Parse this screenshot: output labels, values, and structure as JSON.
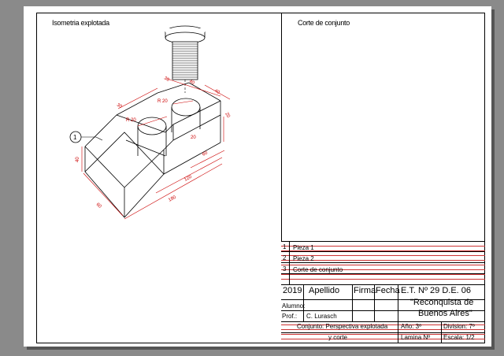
{
  "left_panel": {
    "title": "Isometria explotada"
  },
  "right_panel": {
    "title": "Corte de conjunto"
  },
  "drawing": {
    "callout": "1",
    "dimensions": [
      "30",
      "40",
      "40",
      "20",
      "30",
      "R 20",
      "R 20",
      "60",
      "120",
      "180",
      "40",
      "60",
      "20"
    ]
  },
  "parts_list": [
    {
      "num": "1",
      "name": "Pieza 1"
    },
    {
      "num": "2",
      "name": "Pieza 2"
    },
    {
      "num": "3",
      "name": "Corte de conjunto"
    }
  ],
  "title_block": {
    "year": "2019",
    "apellido_label": "Apellido",
    "firma_label": "Firma",
    "fecha_label": "Fecha",
    "school_line1": "E.T. Nº 29 D.E. 06",
    "school_line2": "\"Reconquista de",
    "school_line3": "Buenos Aires\"",
    "alumno_label": "Alumno:",
    "prof_label": "Prof.:",
    "prof_name": "C. Lurasch",
    "subject_line1": "Conjunto: Perspectiva explotada",
    "subject_line2": "y corte",
    "anio": "Año: 3º",
    "division": "Division: 7º",
    "lamina": "Lamina Nº",
    "escala": "Escala: 1/2"
  },
  "colors": {
    "dimension": "#cc0000",
    "line": "#000000",
    "background": "#8a8a8a"
  }
}
